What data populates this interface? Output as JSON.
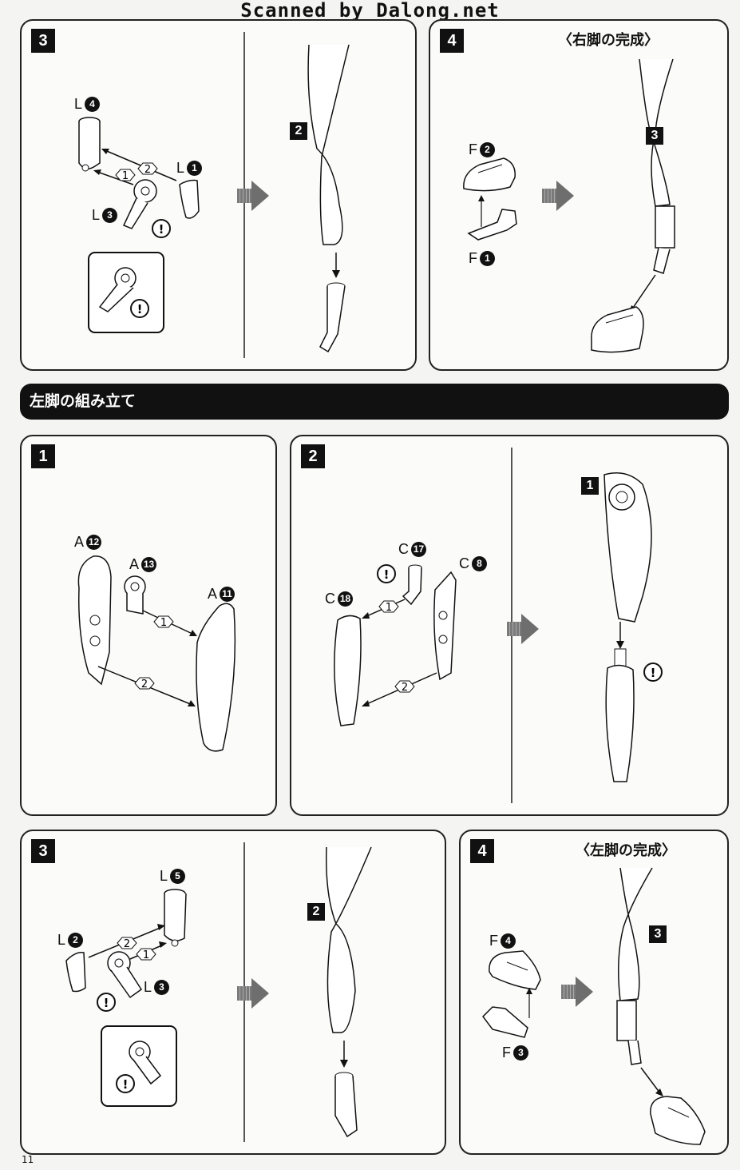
{
  "header": {
    "scan_credit": "Scanned by Dalong.net"
  },
  "right_leg": {
    "step3": {
      "step": "3",
      "parts": {
        "p4": {
          "letter": "L",
          "num": "4"
        },
        "p1": {
          "letter": "L",
          "num": "1"
        },
        "p3": {
          "letter": "L",
          "num": "3"
        }
      },
      "order": [
        "1",
        "2"
      ],
      "result_sub": "2"
    },
    "step4": {
      "step": "4",
      "title": "〈右脚の完成〉",
      "parts": {
        "f2": {
          "letter": "F",
          "num": "2"
        },
        "f1": {
          "letter": "F",
          "num": "1"
        }
      },
      "result_sub": "3"
    }
  },
  "left_leg": {
    "section_title": "左脚の組み立て",
    "step1": {
      "step": "1",
      "parts": {
        "a12": {
          "letter": "A",
          "num": "12"
        },
        "a13": {
          "letter": "A",
          "num": "13"
        },
        "a11": {
          "letter": "A",
          "num": "11"
        }
      },
      "order": [
        "1",
        "2"
      ]
    },
    "step2": {
      "step": "2",
      "parts": {
        "c17": {
          "letter": "C",
          "num": "17"
        },
        "c8": {
          "letter": "C",
          "num": "8"
        },
        "c18": {
          "letter": "C",
          "num": "18"
        }
      },
      "order": [
        "1",
        "2"
      ],
      "result_sub": "1"
    },
    "step3": {
      "step": "3",
      "parts": {
        "l5": {
          "letter": "L",
          "num": "5"
        },
        "l2": {
          "letter": "L",
          "num": "2"
        },
        "l3": {
          "letter": "L",
          "num": "3"
        }
      },
      "order": [
        "1",
        "2"
      ],
      "result_sub": "2"
    },
    "step4": {
      "step": "4",
      "title": "〈左脚の完成〉",
      "parts": {
        "f4": {
          "letter": "F",
          "num": "4"
        },
        "f3": {
          "letter": "F",
          "num": "3"
        }
      },
      "result_sub": "3"
    }
  },
  "caution_symbol": "!",
  "page_number": "11"
}
